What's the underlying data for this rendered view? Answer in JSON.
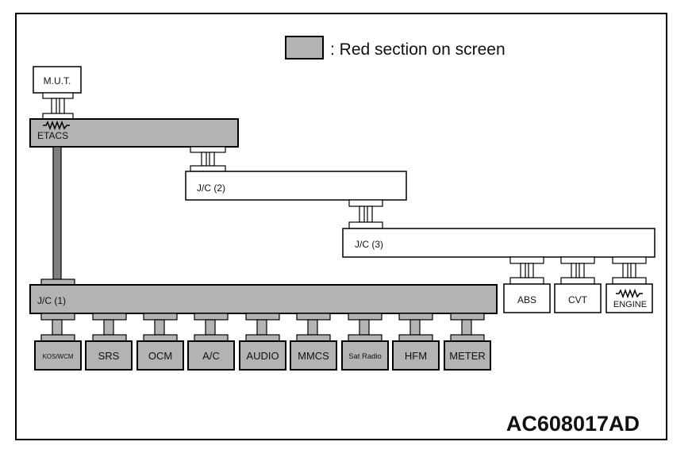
{
  "legend": {
    "text": ": Red section on screen",
    "swatch_color": "#b3b3b3"
  },
  "colors": {
    "red_section": "#b3b3b3",
    "normal": "#ffffff",
    "stroke": "#000000"
  },
  "figure_id": "AC608017AD",
  "nodes": {
    "mut": "M.U.T.",
    "etacs": "ETACS",
    "jc2": "J/C (2)",
    "jc3": "J/C (3)",
    "jc1": "J/C (1)",
    "abs": "ABS",
    "cvt": "CVT",
    "engine": "ENGINE",
    "kos_wcm": "KOS/WCM",
    "srs": "SRS",
    "ocm": "OCM",
    "ac": "A/C",
    "audio": "AUDIO",
    "mmcs": "MMCS",
    "sat_radio": "Sat Radio",
    "hfm": "HFM",
    "meter": "METER"
  },
  "red_section_nodes": [
    "etacs",
    "jc1",
    "kos_wcm",
    "srs",
    "ocm",
    "ac",
    "audio",
    "mmcs",
    "sat_radio",
    "hfm",
    "meter"
  ],
  "terminator_icons": [
    "etacs",
    "engine"
  ]
}
